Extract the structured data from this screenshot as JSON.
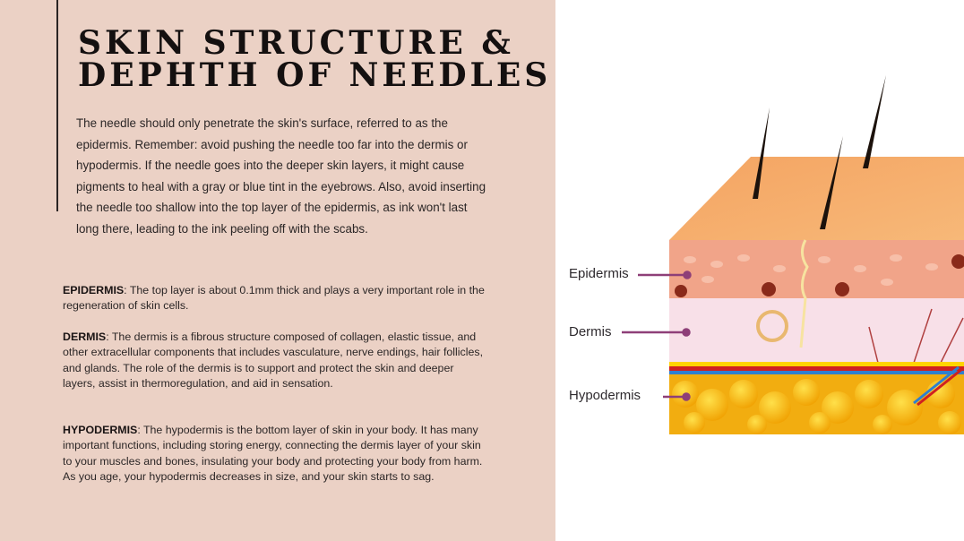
{
  "title_line1": "SKIN STRUCTURE &",
  "title_line2": "DEPHTH OF NEEDLES",
  "intro": "The needle should only penetrate the skin's surface, referred to as the epidermis. Remember: avoid pushing the needle too far into the dermis or hypodermis. If the needle goes into the deeper skin layers, it might cause pigments to heal with a gray or blue tint in the eyebrows. Also, avoid inserting the needle too shallow into the top layer of the epidermis, as ink won't last long there, leading to the ink peeling off with the scabs.",
  "sections": [
    {
      "term": "EPIDERMIS",
      "text": ": The top layer is about 0.1mm thick and plays a very important role in the regeneration of skin cells."
    },
    {
      "term": "DERMIS",
      "text": ": The dermis is a fibrous structure composed of collagen, elastic tissue, and other extracellular components that includes vasculature, nerve endings, hair follicles, and glands. The role of the dermis is to support and protect the skin and deeper layers, assist in thermoregulation, and aid in sensation."
    },
    {
      "term": "HYPODERMIS",
      "text": ": The hypodermis is the bottom layer of skin in your body. It has many important functions, including storing energy, connecting the dermis layer of your skin to your muscles and bones, insulating your body and protecting your body from harm. As you age, your hypodermis decreases in size, and your skin starts to sag."
    }
  ],
  "diagram_labels": {
    "epidermis": "Epidermis",
    "dermis": "Dermis",
    "hypodermis": "Hypodermis"
  },
  "colors": {
    "panel": "#ebd1c5",
    "label_line": "#8e3f78"
  }
}
